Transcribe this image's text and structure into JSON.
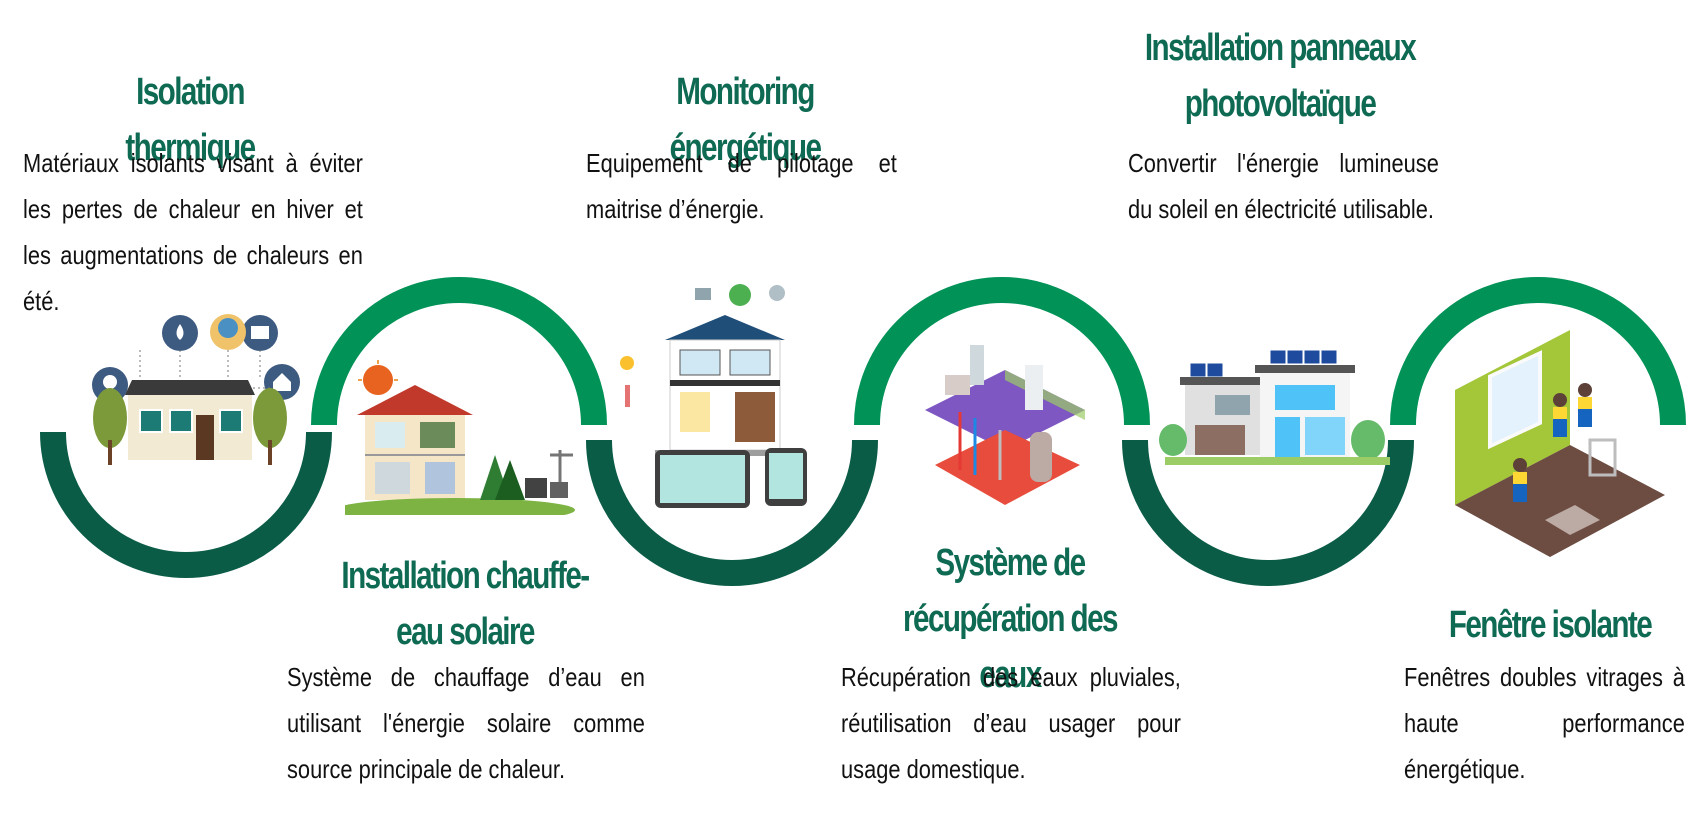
{
  "colors": {
    "title": "#0e6a52",
    "arc_light": "#009257",
    "arc_dark": "#0b5c47",
    "text": "#111111"
  },
  "steps": [
    {
      "title": "Isolation thermique",
      "description": "Matériaux isolants visant à éviter les pertes de chaleur en hiver et les augmentations de chaleurs en été.",
      "icon": "insulated-house-icon"
    },
    {
      "title": "Installation chauffe-eau solaire",
      "description": "Système de chauffage d’eau en utilisant l'énergie solaire comme source principale de chaleur.",
      "icon": "solar-water-heater-house-icon"
    },
    {
      "title": "Monitoring énergétique",
      "description": "Equipement de pilotage et maitrise d’énergie.",
      "icon": "smart-home-monitoring-icon"
    },
    {
      "title": "Système de récupération des eaux",
      "description": "Récupération des eaux pluviales, réutilisation d’eau usager pour usage domestique.",
      "icon": "water-recovery-system-icon"
    },
    {
      "title": "Installation panneaux photovoltaïque",
      "description": "Convertir l'énergie lumineuse du soleil en électricité utilisable.",
      "icon": "photovoltaic-house-icon"
    },
    {
      "title": "Fenêtre isolante",
      "description": "Fenêtres doubles vitrages à haute performance énergétique.",
      "icon": "window-installation-icon"
    }
  ]
}
